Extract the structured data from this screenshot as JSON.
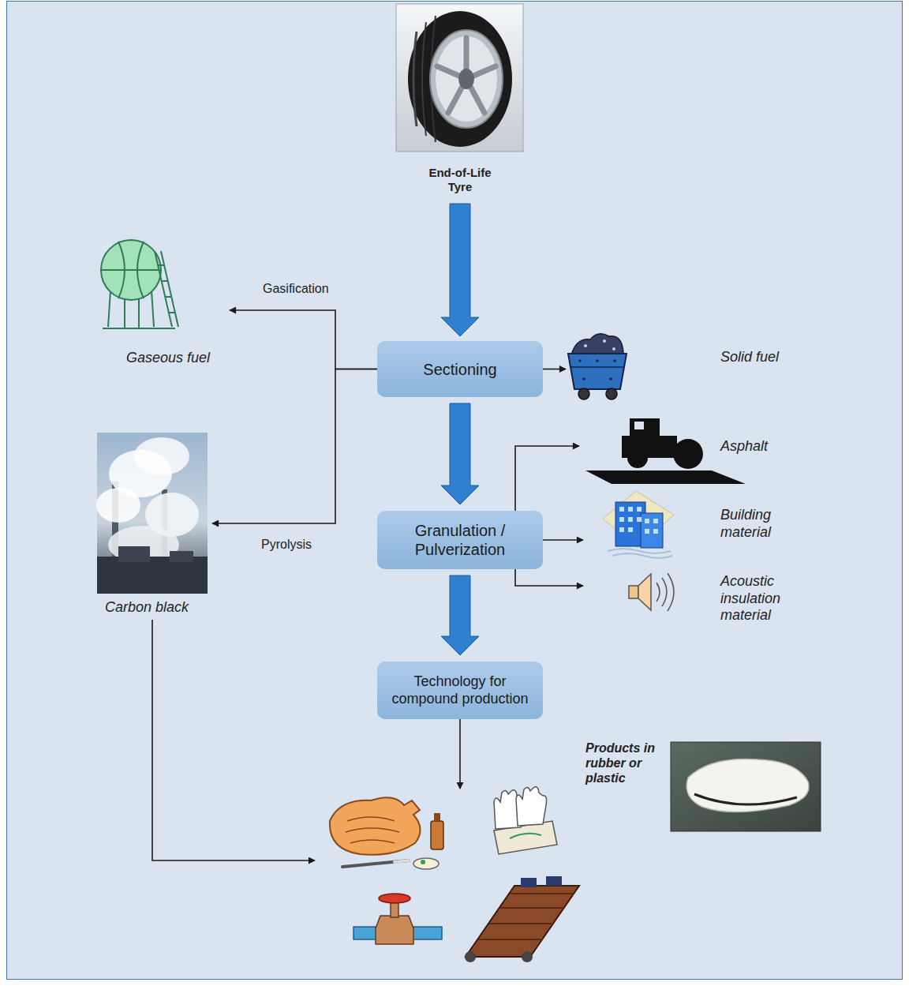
{
  "diagram": {
    "nodes": [
      {
        "text": [
          "End-of-Life Tyre"
        ]
      },
      {
        "text": [
          "Gaseous fuel"
        ]
      },
      {
        "text": [
          "Sectioning"
        ]
      },
      {
        "text": [
          "Solid fuel"
        ]
      },
      {
        "text": [
          "Asphalt"
        ]
      },
      {
        "text": [
          "Carbon black"
        ]
      },
      {
        "text": [
          "Granulation / Pulverization"
        ]
      },
      {
        "text": [
          "Building material"
        ]
      },
      {
        "text": [
          "Acoustic insulation material"
        ]
      },
      {
        "text": [
          "Technology for compound production"
        ]
      },
      {
        "text": [
          "Products in rubber or plastic"
        ]
      }
    ],
    "edges": [
      {
        "from": 0,
        "to": 2,
        "arrow": "to"
      },
      {
        "from": 2,
        "to": 1,
        "label": "Gasification",
        "arrow": "to"
      },
      {
        "from": 2,
        "to": 5,
        "label": "Pyrolysis",
        "arrow": "to"
      },
      {
        "from": 2,
        "to": 3,
        "arrow": "to"
      },
      {
        "from": 2,
        "to": 6,
        "arrow": "to"
      },
      {
        "from": 6,
        "to": 4,
        "arrow": "to"
      },
      {
        "from": 6,
        "to": 7,
        "arrow": "to"
      },
      {
        "from": 6,
        "to": 8,
        "arrow": "to"
      },
      {
        "from": 6,
        "to": 9,
        "arrow": "to"
      },
      {
        "from": 9,
        "to": 10,
        "arrow": "to"
      },
      {
        "from": 5,
        "to": 10,
        "arrow": "to"
      }
    ]
  }
}
